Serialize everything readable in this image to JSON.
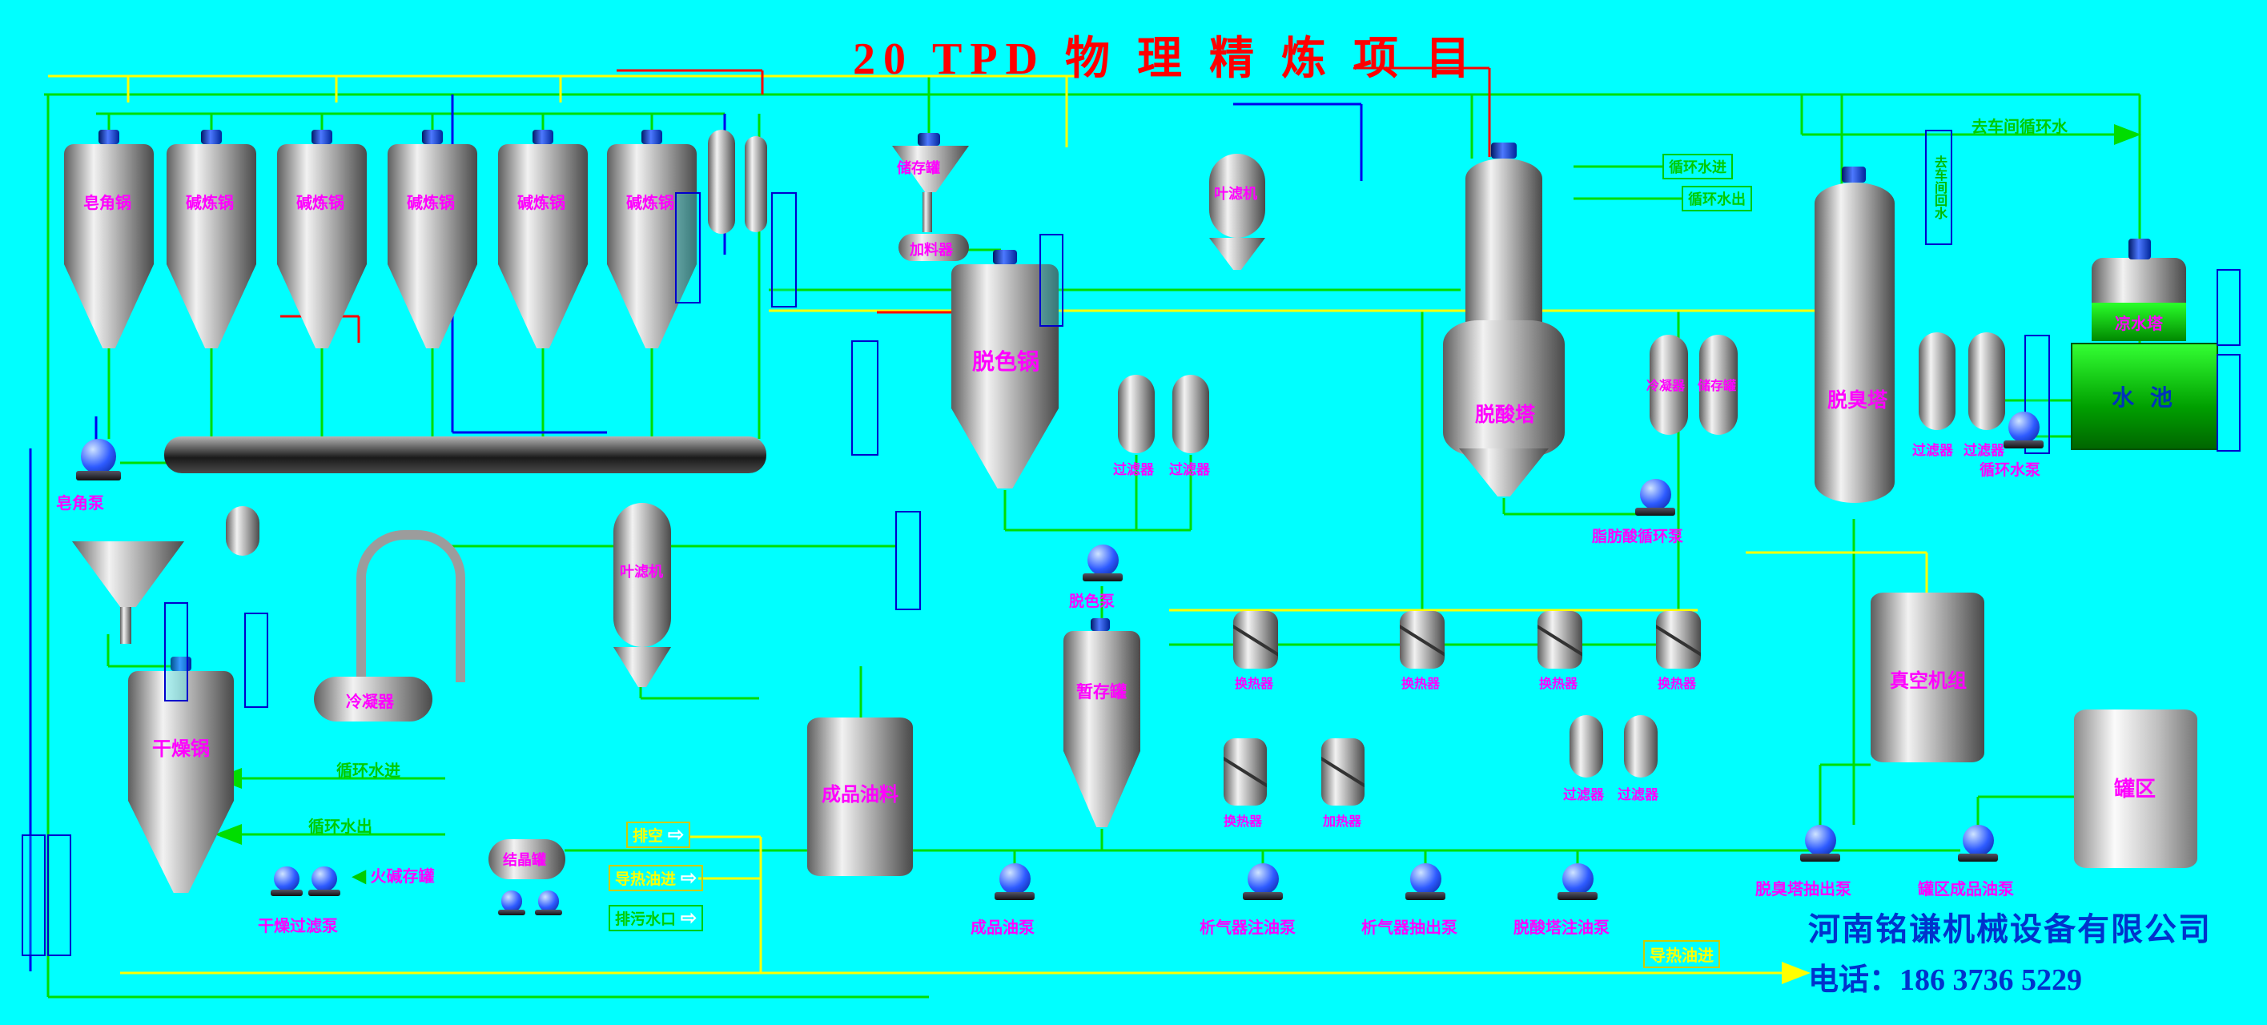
{
  "title": "20 TPD 物 理 精 炼 项 目",
  "company": {
    "name": "河南铭谦机械设备有限公司",
    "phone": "电话：186 3736 5229"
  },
  "colors": {
    "background": "#00ffff",
    "title": "#ff0000",
    "equipment_label": "#ff00ff",
    "pipe_green": "#00dd00",
    "pipe_yellow": "#ffff00",
    "pipe_blue": "#0000ee",
    "pipe_red": "#ff0000",
    "company_text": "#0033cc",
    "vessel_gray": "#9c9c9c",
    "water_green": "#00c830"
  },
  "equipment": {
    "top_tanks": [
      "皂角锅",
      "碱炼锅",
      "碱炼锅",
      "碱炼锅",
      "碱炼锅",
      "碱炼锅"
    ],
    "storage_hopper": "储存罐",
    "feeder": "加料器",
    "bleaching_pot": "脱色锅",
    "leaf_filter_top": "叶滤机",
    "leaf_filter_left": "叶滤机",
    "filters_mid": [
      "过滤器",
      "过滤器"
    ],
    "filters_bottom": [
      "过滤器",
      "过滤器"
    ],
    "filters_right": [
      "过滤器",
      "过滤器"
    ],
    "deacid_tower": "脱酸塔",
    "deodor_tower": "脱臭塔",
    "condenser_right": "冷凝器",
    "storage_right": "储存罐",
    "cooling_tower": "凉水塔",
    "water_pool": "水 池",
    "drying_pot": "干燥锅",
    "condenser_left": "冷凝器",
    "crystal_tank": "结晶罐",
    "product_oil_tank": "成品油料",
    "temp_tank": "暂存罐",
    "vacuum_unit": "真空机组",
    "tank_area": "罐区",
    "heat_exchangers": [
      "换热器",
      "换热器",
      "换热器",
      "换热器",
      "换热器"
    ],
    "heater": "加热器"
  },
  "pumps": {
    "soap": "皂角泵",
    "dry_filter": "干燥过滤泵",
    "decolor": "脱色泵",
    "product": "成品油泵",
    "degas_inject": "析气器注油泵",
    "degas_extract": "析气器抽出泵",
    "deacid_inject": "脱酸塔注油泵",
    "deodor_extract": "脱臭塔抽出泵",
    "tank_area_product": "罐区成品油泵",
    "circ_water": "循环水泵",
    "fatty_acid": "脂肪酸循环泵"
  },
  "flow_labels": {
    "circ_in_left": "循环水进",
    "circ_out_left": "循环水出",
    "circ_in_right": "循环水进",
    "circ_out_right": "循环水出",
    "to_workshop_circ": "去车间循环水",
    "workshop_return": "去车间回水",
    "vent": "排空",
    "heat_oil_in_mid": "导热油进",
    "drain_outlet": "排污水口",
    "caustic_tank": "火碱存罐",
    "heat_oil_in_bottom": "导热油进"
  }
}
